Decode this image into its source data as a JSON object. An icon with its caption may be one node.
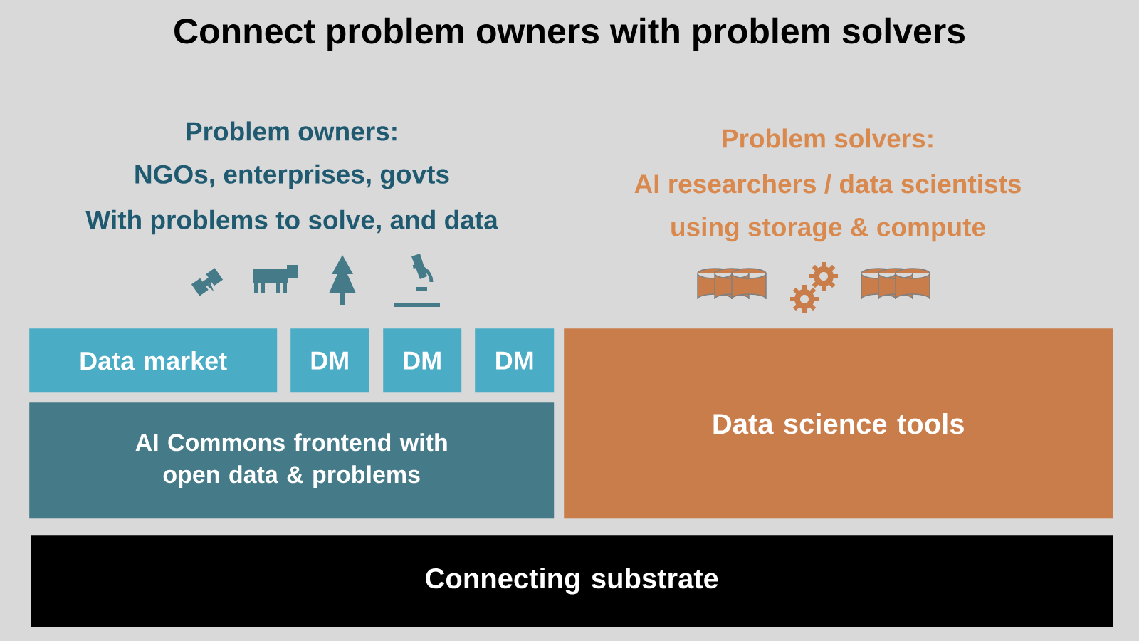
{
  "diagram": {
    "title": "Connect problem owners with problem solvers",
    "nodes": [
      {
        "text": [
          "Data market"
        ]
      },
      {
        "text": [
          "DM"
        ]
      },
      {
        "text": [
          "DM"
        ]
      },
      {
        "text": [
          "DM"
        ]
      },
      {
        "text": [
          "AI Commons frontend with open data & problems"
        ]
      },
      {
        "text": [
          "Data science tools"
        ]
      },
      {
        "text": [
          "Connecting substrate"
        ]
      }
    ],
    "labels": [
      "Problem owners:",
      "NGOs, enterprises, govts",
      "With problems to solve, and data",
      "Problem solvers:",
      "AI researchers / data scientists",
      "using storage & compute"
    ]
  }
}
